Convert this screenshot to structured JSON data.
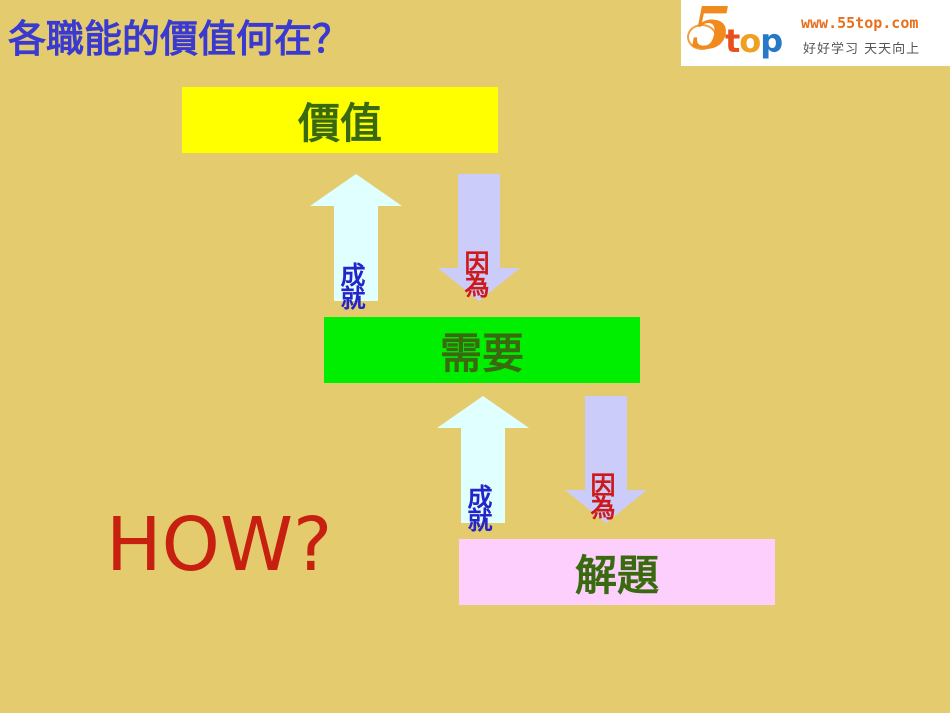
{
  "slide": {
    "title": "各職能的價值何在？"
  },
  "logo": {
    "digit": "5",
    "word_t": "t",
    "word_o": "o",
    "word_p": "p",
    "url": "www.55top.com",
    "slogan": "好好学习 天天向上"
  },
  "boxes": {
    "value": "價值",
    "need": "需要",
    "solve": "解題"
  },
  "arrows": {
    "upper_up_label": "成就",
    "upper_down_label": "因為",
    "lower_up_label": "成就",
    "lower_down_label": "因為"
  },
  "how_text": "HOW?",
  "colors": {
    "background": "#e4cc6e",
    "title": "#3a3ad0",
    "value_box": "#ffff00",
    "need_box": "#00ee00",
    "solve_box": "#fccffc",
    "up_arrow": "#e0ffff",
    "down_arrow": "#ccccfa",
    "how": "#c82010"
  }
}
